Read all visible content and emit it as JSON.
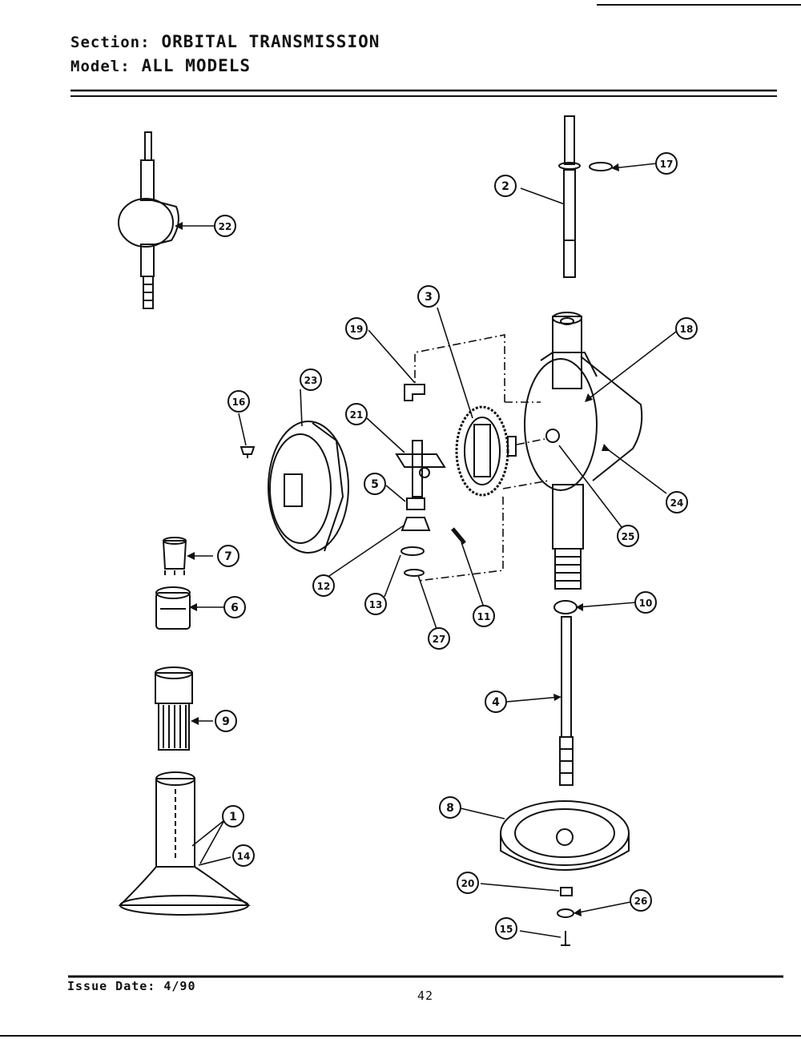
{
  "header": {
    "section_label": "Section:",
    "section_value": "ORBITAL TRANSMISSION",
    "model_label": "Model:",
    "model_value": "ALL MODELS"
  },
  "callouts": [
    "1",
    "2",
    "3",
    "4",
    "5",
    "6",
    "7",
    "8",
    "9",
    "10",
    "11",
    "12",
    "13",
    "14",
    "15",
    "16",
    "17",
    "18",
    "19",
    "20",
    "21",
    "22",
    "23",
    "24",
    "25",
    "26",
    "27"
  ],
  "footer": {
    "issue_date": "Issue Date: 4/90",
    "page_number": "42"
  }
}
